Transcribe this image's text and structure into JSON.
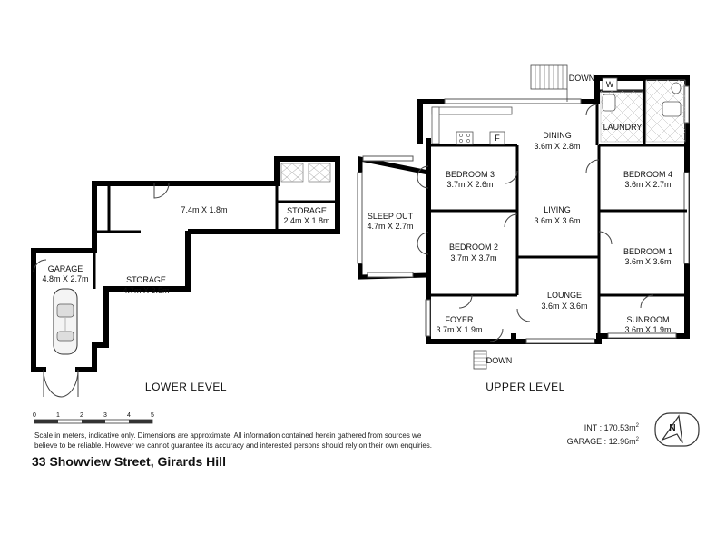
{
  "rooms": {
    "garage": {
      "name": "GARAGE",
      "dims": "4.8m X 2.7m"
    },
    "storage_main": {
      "name": "STORAGE",
      "dims": "4.7m X 3.5m"
    },
    "lower_corridor": {
      "dims": "7.4m X 1.8m"
    },
    "storage_small": {
      "name": "STORAGE",
      "dims": "2.4m X 1.8m"
    },
    "sleep_out": {
      "name": "SLEEP OUT",
      "dims": "4.7m X 2.7m"
    },
    "bedroom3": {
      "name": "BEDROOM 3",
      "dims": "3.7m X 2.6m"
    },
    "bedroom2": {
      "name": "BEDROOM 2",
      "dims": "3.7m X 3.7m"
    },
    "foyer": {
      "name": "FOYER",
      "dims": "3.7m X 1.9m"
    },
    "dining": {
      "name": "DINING",
      "dims": "3.6m X 2.8m"
    },
    "living": {
      "name": "LIVING",
      "dims": "3.6m X 3.6m"
    },
    "lounge": {
      "name": "LOUNGE",
      "dims": "3.6m X 3.6m"
    },
    "bedroom4": {
      "name": "BEDROOM 4",
      "dims": "3.6m X 2.7m"
    },
    "bedroom1": {
      "name": "BEDROOM 1",
      "dims": "3.6m X 3.6m"
    },
    "sunroom": {
      "name": "SUNROOM",
      "dims": "3.6m X 1.9m"
    },
    "laundry": {
      "name": "LAUNDRY"
    }
  },
  "fixtures": {
    "washer": "W",
    "fridge": "F"
  },
  "stairs": {
    "top": "DOWN",
    "bottom": "DOWN"
  },
  "levels": {
    "lower": "LOWER LEVEL",
    "upper": "UPPER LEVEL"
  },
  "scale": {
    "ticks": [
      "0",
      "1",
      "2",
      "3",
      "4",
      "5"
    ]
  },
  "disclaimer": {
    "line1": "Scale in meters, indicative only. Dimensions are approximate. All information contained herein gathered from sources we",
    "line2": "believe to be reliable. However we cannot guarantee its accuracy and interested persons should rely on their own enquiries."
  },
  "area": {
    "int_label": "INT : 170.53m",
    "garage_label": "GARAGE : 12.96m",
    "unit_sup": "2"
  },
  "compass_letter": "N",
  "address": "33 Showview Street, Girards Hill"
}
